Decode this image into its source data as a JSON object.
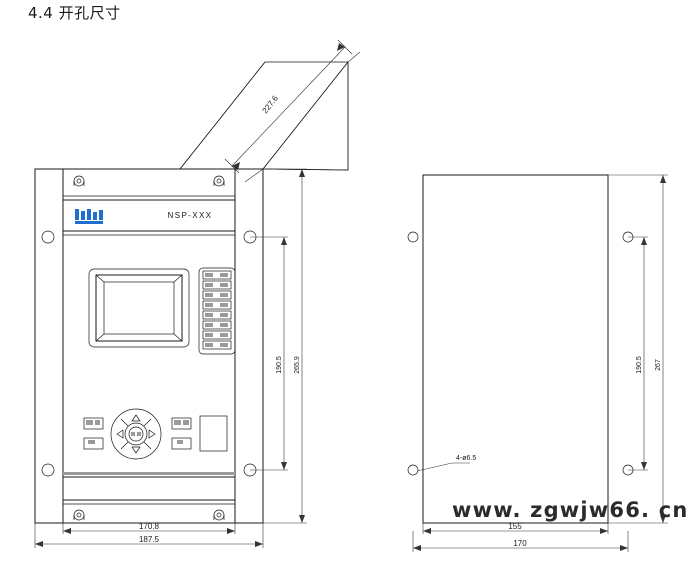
{
  "page": {
    "title": "4.4 开孔尺寸",
    "watermark": "www. zgwjw66. cn"
  },
  "device": {
    "model_label": "NSP-XXX",
    "logo_name": "nari-logo",
    "led_count": 8
  },
  "views": {
    "isometric": {
      "name": "isometric-view",
      "depth_dim": "227.6"
    },
    "front": {
      "name": "front-panel-view",
      "dims": {
        "inner_width": "170.8",
        "outer_width": "187.5",
        "inner_height": "190.5",
        "outer_height": "265.9"
      }
    },
    "cutout": {
      "name": "panel-cutout-view",
      "dims": {
        "inner_width": "155",
        "outer_width": "170",
        "inner_height": "190.5",
        "outer_height": "267"
      },
      "hole_callout": "4-ø6.5"
    }
  },
  "colors": {
    "line": "#1a1a1a",
    "logo_blue": "#1f6fd0",
    "shade_gray": "#9a9a9a",
    "background": "#ffffff"
  }
}
